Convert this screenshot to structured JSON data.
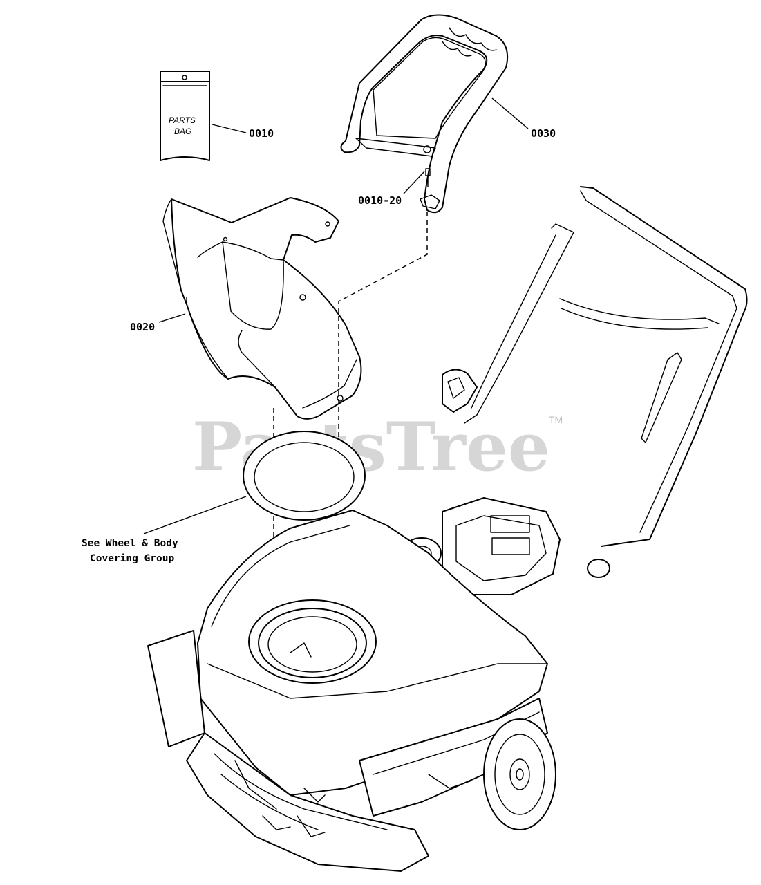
{
  "watermark": {
    "brand": "PartsTree",
    "trademark": "TM"
  },
  "parts_bag": {
    "label_line1": "PARTS",
    "label_line2": "BAG"
  },
  "callouts": {
    "parts_bag_ref": "0010",
    "chute_deflector_ref": "0020",
    "chute_handle_ref": "0030",
    "screw_ref": "0010-20"
  },
  "note": {
    "line1": "See Wheel & Body",
    "line2": "Covering Group"
  }
}
